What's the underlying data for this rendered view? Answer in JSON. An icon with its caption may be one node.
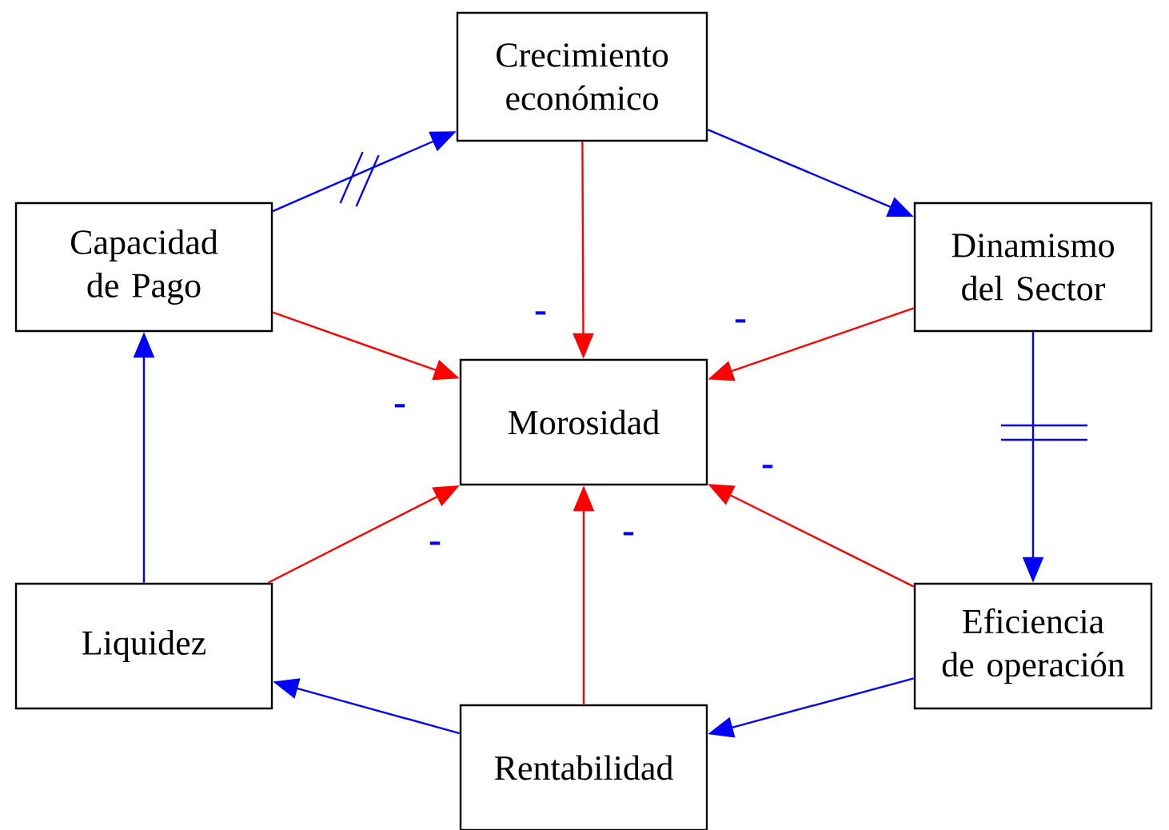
{
  "diagram": {
    "nodes": [
      {
        "text": [
          "Crecimiento económico"
        ]
      },
      {
        "text": [
          "Capacidad de Pago"
        ]
      },
      {
        "text": [
          "Dinamismo del Sector"
        ]
      },
      {
        "text": [
          "Morosidad"
        ]
      },
      {
        "text": [
          "Liquidez"
        ]
      },
      {
        "text": [
          "Eficiencia de operación"
        ]
      },
      {
        "text": [
          "Rentabilidad"
        ]
      }
    ],
    "edges": [
      {
        "from": 1,
        "to": 0,
        "arrow": "to",
        "color": "#0000ff"
      },
      {
        "from": 0,
        "to": 2,
        "arrow": "to",
        "color": "#0000ff"
      },
      {
        "from": 2,
        "to": 5,
        "arrow": "to",
        "color": "#0000ff"
      },
      {
        "from": 5,
        "to": 6,
        "arrow": "to",
        "color": "#0000ff"
      },
      {
        "from": 6,
        "to": 4,
        "arrow": "to",
        "color": "#0000ff"
      },
      {
        "from": 4,
        "to": 1,
        "arrow": "to",
        "color": "#0000ff"
      },
      {
        "from": 0,
        "to": 3,
        "arrow": "to",
        "color": "#ff0000",
        "label": "-"
      },
      {
        "from": 1,
        "to": 3,
        "arrow": "to",
        "color": "#ff0000",
        "label": "-"
      },
      {
        "from": 2,
        "to": 3,
        "arrow": "to",
        "color": "#ff0000",
        "label": "-"
      },
      {
        "from": 4,
        "to": 3,
        "arrow": "to",
        "color": "#ff0000",
        "label": "-"
      },
      {
        "from": 6,
        "to": 3,
        "arrow": "to",
        "color": "#ff0000",
        "label": "-"
      },
      {
        "from": 5,
        "to": 3,
        "arrow": "to",
        "color": "#ff0000",
        "label": "-"
      }
    ]
  }
}
